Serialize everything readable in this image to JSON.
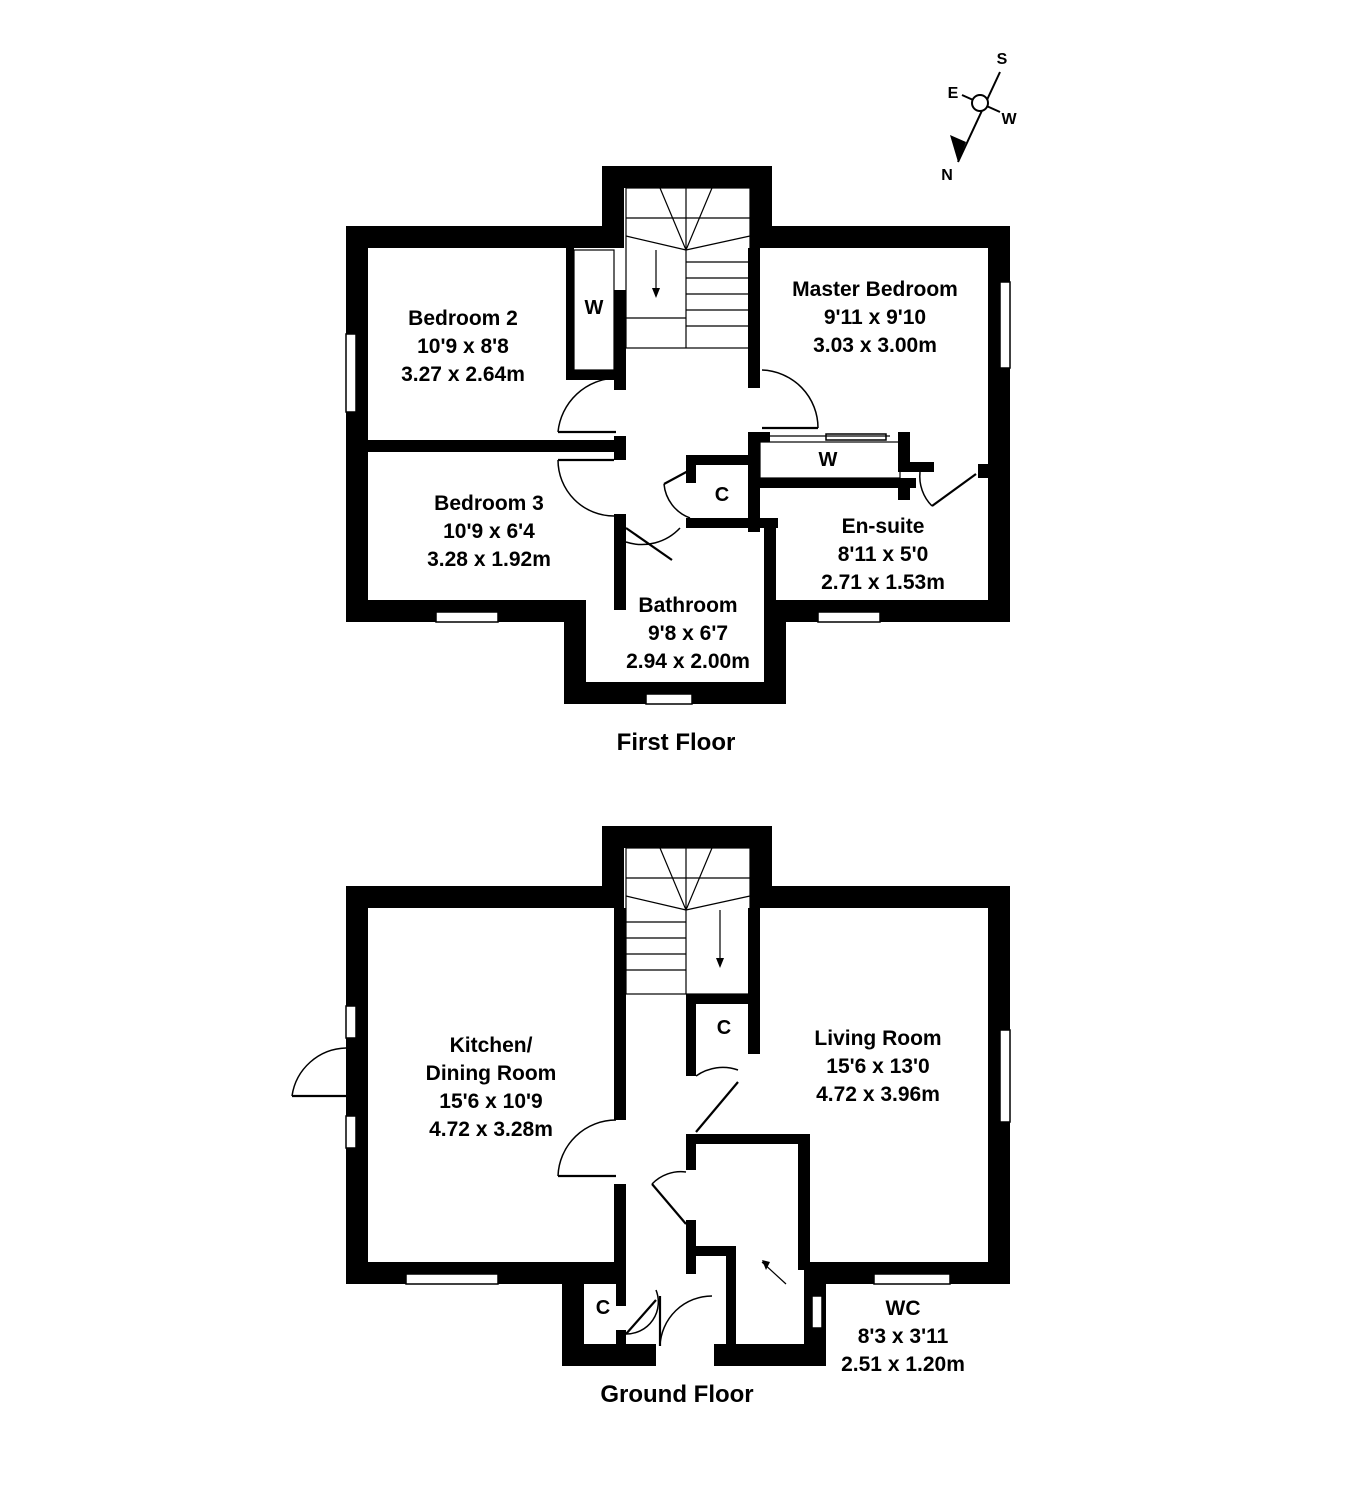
{
  "compass": {
    "north": "N",
    "south": "S",
    "east": "E",
    "west": "W"
  },
  "first_floor": {
    "title": "First Floor",
    "rooms": [
      {
        "name": "Master Bedroom",
        "imperial": "9'11 x 9'10",
        "metric": "3.03 x 3.00m"
      },
      {
        "name": "Bedroom 2",
        "imperial": "10'9 x 8'8",
        "metric": "3.27 x 2.64m"
      },
      {
        "name": "Bedroom 3",
        "imperial": "10'9 x 6'4",
        "metric": "3.28 x 1.92m"
      },
      {
        "name": "En-suite",
        "imperial": "8'11 x 5'0",
        "metric": "2.71 x 1.53m"
      },
      {
        "name": "Bathroom",
        "imperial": "9'8 x 6'7",
        "metric": "2.94 x 2.00m"
      }
    ],
    "storage": {
      "wardrobe_1": "W",
      "wardrobe_2": "W",
      "cupboard": "C"
    }
  },
  "ground_floor": {
    "title": "Ground Floor",
    "rooms": [
      {
        "name_line1": "Kitchen/",
        "name_line2": "Dining Room",
        "imperial": "15'6 x 10'9",
        "metric": "4.72 x 3.28m"
      },
      {
        "name": "Living Room",
        "imperial": "15'6 x 13'0",
        "metric": "4.72 x 3.96m"
      },
      {
        "name": "WC",
        "imperial": "8'3 x 3'11",
        "metric": "2.51 x 1.20m"
      }
    ],
    "storage": {
      "cupboard_1": "C",
      "cupboard_2": "C"
    }
  }
}
